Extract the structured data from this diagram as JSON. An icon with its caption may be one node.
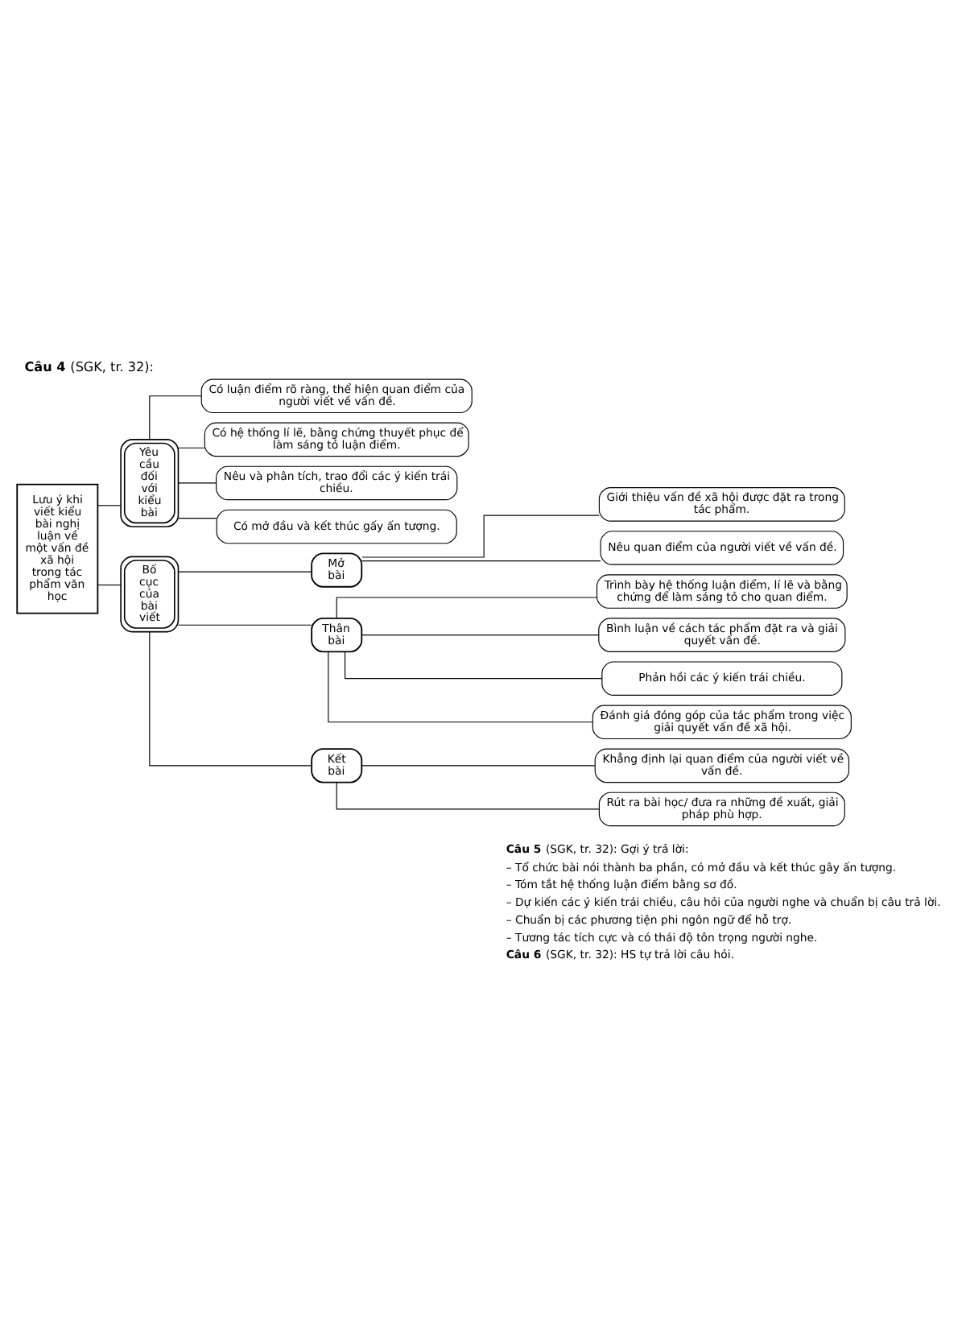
{
  "diagram": {
    "title": "**Câu 4** (SGK, tr. 32):",
    "nodes": [
      {
        "text": [
          "Lưu ý khi viết kiểu bài nghị luận về một vấn đề xã hội trong tác phẩm văn học"
        ]
      },
      {
        "text": [
          "Yêu cầu đối với kiểu bài"
        ]
      },
      {
        "text": [
          "Có luận điểm rõ ràng, thể hiện quan điểm của người viết về vấn đề."
        ]
      },
      {
        "text": [
          "Có hệ thống lí lẽ, bằng chứng thuyết phục để làm sáng tỏ luận điểm."
        ]
      },
      {
        "text": [
          "Nêu và phân tích, trao đổi các ý kiến trái chiều."
        ]
      },
      {
        "text": [
          "Có mở đầu và kết thúc gấy ấn tượng."
        ]
      },
      {
        "text": [
          "Bố cục của bài viết"
        ]
      },
      {
        "text": [
          "Mở bài"
        ]
      },
      {
        "text": [
          "Giới thiệu vấn đề xã hội được đặt ra trong tác phẩm."
        ]
      },
      {
        "text": [
          "Nêu quan điểm của người viết về vấn đề."
        ]
      },
      {
        "text": [
          "Thân bài"
        ]
      },
      {
        "text": [
          "Trình bày hệ thống luận điểm, lí lẽ và bằng chứng để làm sáng tỏ cho quan điểm."
        ]
      },
      {
        "text": [
          "Bình luận về cách tác phẩm đặt ra và giải quyết vấn đề."
        ]
      },
      {
        "text": [
          "Phản hồi các ý kiến trái chiều."
        ]
      },
      {
        "text": [
          "Đánh giá đóng góp của tác phẩm trong việc giải quyết vấn đề xã hội."
        ]
      },
      {
        "text": [
          "Kết bài"
        ]
      },
      {
        "text": [
          "Khẳng định lại quan điểm của người viết về vấn đề."
        ]
      },
      {
        "text": [
          "Rút ra bài học/ đưa ra những đề xuất, giải pháp phù hợp."
        ]
      }
    ],
    "edges": [
      {
        "from": 0,
        "to": 1,
        "arrow": "none"
      },
      {
        "from": 1,
        "to": 2,
        "arrow": "none"
      },
      {
        "from": 1,
        "to": 3,
        "arrow": "none"
      },
      {
        "from": 1,
        "to": 4,
        "arrow": "none"
      },
      {
        "from": 1,
        "to": 5,
        "arrow": "none"
      },
      {
        "from": 0,
        "to": 6,
        "arrow": "none"
      },
      {
        "from": 6,
        "to": 7,
        "arrow": "none"
      },
      {
        "from": 7,
        "to": 8,
        "arrow": "none"
      },
      {
        "from": 7,
        "to": 9,
        "arrow": "none"
      },
      {
        "from": 6,
        "to": 10,
        "arrow": "none"
      },
      {
        "from": 10,
        "to": 11,
        "arrow": "none"
      },
      {
        "from": 10,
        "to": 12,
        "arrow": "none"
      },
      {
        "from": 10,
        "to": 13,
        "arrow": "none"
      },
      {
        "from": 10,
        "to": 14,
        "arrow": "none"
      },
      {
        "from": 6,
        "to": 15,
        "arrow": "none"
      },
      {
        "from": 15,
        "to": 16,
        "arrow": "none"
      },
      {
        "from": 15,
        "to": 17,
        "arrow": "none"
      }
    ],
    "labels": [
      "**Câu 5** (SGK, tr. 32): Gợi ý trả lời:",
      "– Tổ chức bài nói thành ba phần, có mở đầu và kết thúc gây ấn tượng.",
      "– Tóm tắt hệ thống luận điểm bằng sơ đồ.",
      "– Dự kiến các ý kiến trái chiều, câu hỏi của người nghe và chuẩn bị câu trả lời.",
      "– Chuẩn bị các phương tiện phi ngôn ngữ để hỗ trợ.",
      "– Tương tác tích cực và có thái độ tôn trọng người nghe.",
      "**Câu 6** (SGK, tr. 32): HS tự trả lời câu hỏi."
    ]
  }
}
